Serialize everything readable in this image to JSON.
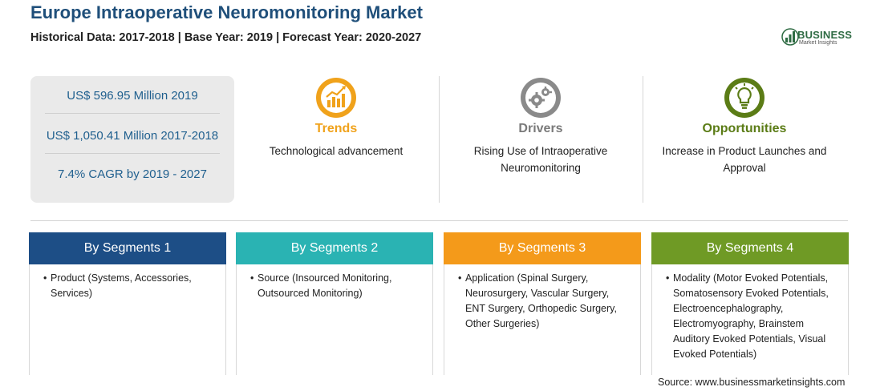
{
  "header": {
    "title": "Europe Intraoperative Neuromonitoring Market",
    "subtitle": "Historical Data: 2017-2018 | Base Year: 2019 | Forecast Year: 2020-2027"
  },
  "logo": {
    "word": "BUSINESS",
    "sub": "Market Insights",
    "color": "#2e6b43"
  },
  "stats": [
    {
      "text": "US$ 596.95 Million 2019"
    },
    {
      "text": "US$ 1,050.41 Million 2017-2018"
    },
    {
      "text": "7.4% CAGR by 2019 - 2027"
    }
  ],
  "highlights": [
    {
      "icon": "trend-chart-icon",
      "heading": "Trends",
      "text": "Technological advancement",
      "color": "#f0a21b"
    },
    {
      "icon": "gears-icon",
      "heading": "Drivers",
      "text": "Rising Use of Intraoperative Neuromonitoring",
      "color": "#7a7a7a"
    },
    {
      "icon": "lightbulb-icon",
      "heading": "Opportunities",
      "text": "Increase in Product Launches and Approval",
      "color": "#5b7c16"
    }
  ],
  "segments": [
    {
      "heading": "By Segments 1",
      "color": "#1d4e86",
      "item": "Product (Systems, Accessories, Services)"
    },
    {
      "heading": "By Segments 2",
      "color": "#2ab3b3",
      "item": "Source (Insourced Monitoring, Outsourced Monitoring)"
    },
    {
      "heading": "By Segments 3",
      "color": "#f49a1a",
      "item": "Application (Spinal Surgery, Neurosurgery, Vascular Surgery, ENT Surgery, Orthopedic Surgery, Other Surgeries)"
    },
    {
      "heading": "By Segments 4",
      "color": "#6f9a25",
      "item": "Modality (Motor Evoked Potentials, Somatosensory Evoked Potentials, Electroencephalography, Electromyography, Brainstem Auditory Evoked Potentials, Visual Evoked Potentials)"
    }
  ],
  "footer": {
    "source": "Source: www.businessmarketinsights.com"
  }
}
